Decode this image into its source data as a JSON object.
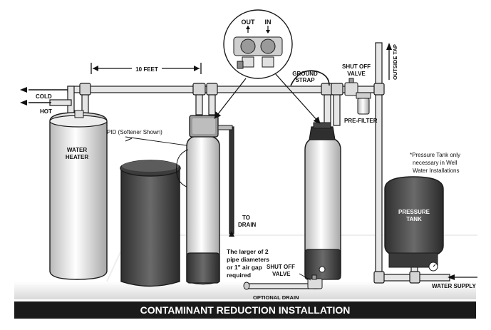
{
  "labels": {
    "out": "OUT",
    "in": "IN",
    "ten_feet": "10 FEET",
    "cold": "COLD",
    "hot": "HOT",
    "ground_strap_1": "GROUND",
    "ground_strap_2": "STRAP",
    "shut_off_top_1": "SHUT OFF",
    "shut_off_top_2": "VALVE",
    "outside_tap": "OUTSIDE TAP",
    "pre_filter": "PRE-FILTER",
    "water_heater_1": "WATER",
    "water_heater_2": "HEATER",
    "pid": "PID (Softener Shown)",
    "to_drain_1": "TO",
    "to_drain_2": "DRAIN",
    "gap_note_1": "The larger of 2",
    "gap_note_2": "pipe diameters",
    "gap_note_3": "or 1\" air gap",
    "gap_note_4": "required",
    "shut_off_bottom_1": "SHUT OFF",
    "shut_off_bottom_2": "VALVE",
    "optional_drain": "OPTIONAL DRAIN",
    "pressure_note_1": "*Pressure Tank only",
    "pressure_note_2": "necessary in Well",
    "pressure_note_3": "Water Installations",
    "pressure_tank_1": "PRESSURE",
    "pressure_tank_2": "TANK",
    "water_supply": "WATER SUPPLY"
  },
  "footer": {
    "title": "CONTAMINANT REDUCTION INSTALLATION"
  },
  "colors": {
    "tank_dark": "#4a4a4a",
    "pipe": "#e6e6e6",
    "outline": "#1a1a1a",
    "banner": "#1a1a1a"
  }
}
